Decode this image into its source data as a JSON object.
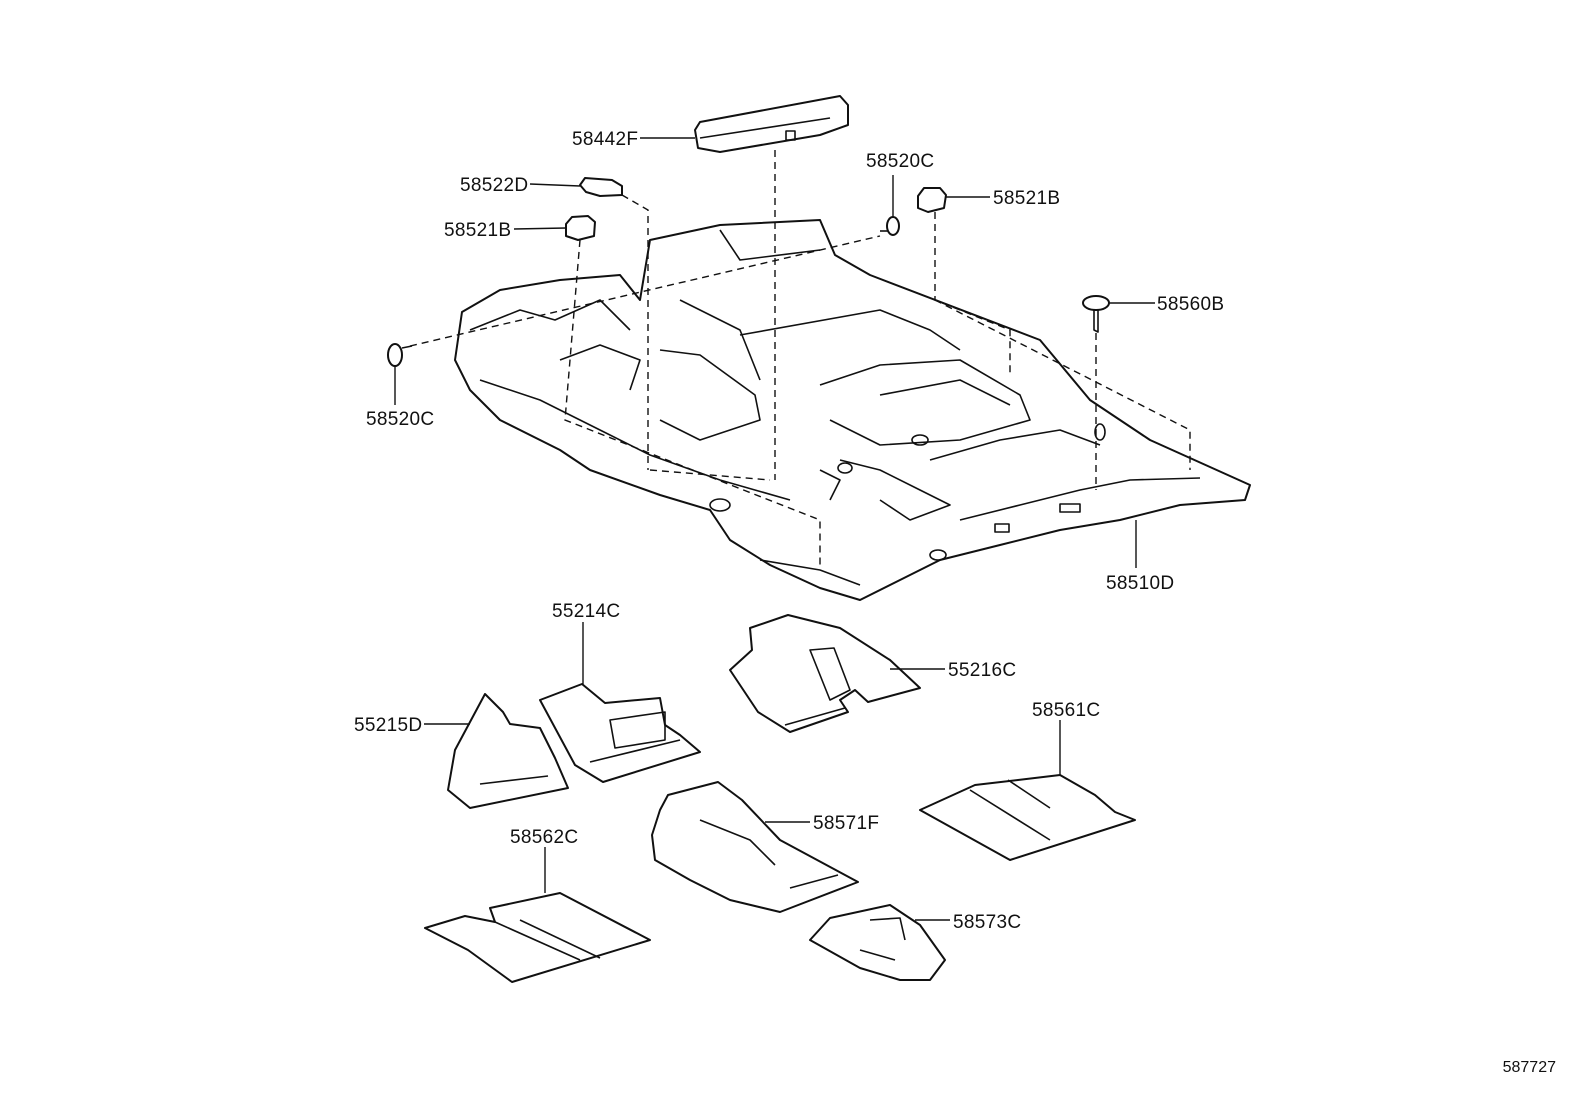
{
  "callouts": {
    "p58442F": "58442F",
    "p58522D": "58522D",
    "p58521B_left": "58521B",
    "p58520C_top": "58520C",
    "p58521B_right": "58521B",
    "p58560B": "58560B",
    "p58520C_left": "58520C",
    "p58510D": "58510D",
    "p55214C": "55214C",
    "p55216C": "55216C",
    "p55215D": "55215D",
    "p58561C": "58561C",
    "p58571F": "58571F",
    "p58562C": "58562C",
    "p58573C": "58573C"
  },
  "diagram_ref": "587727"
}
